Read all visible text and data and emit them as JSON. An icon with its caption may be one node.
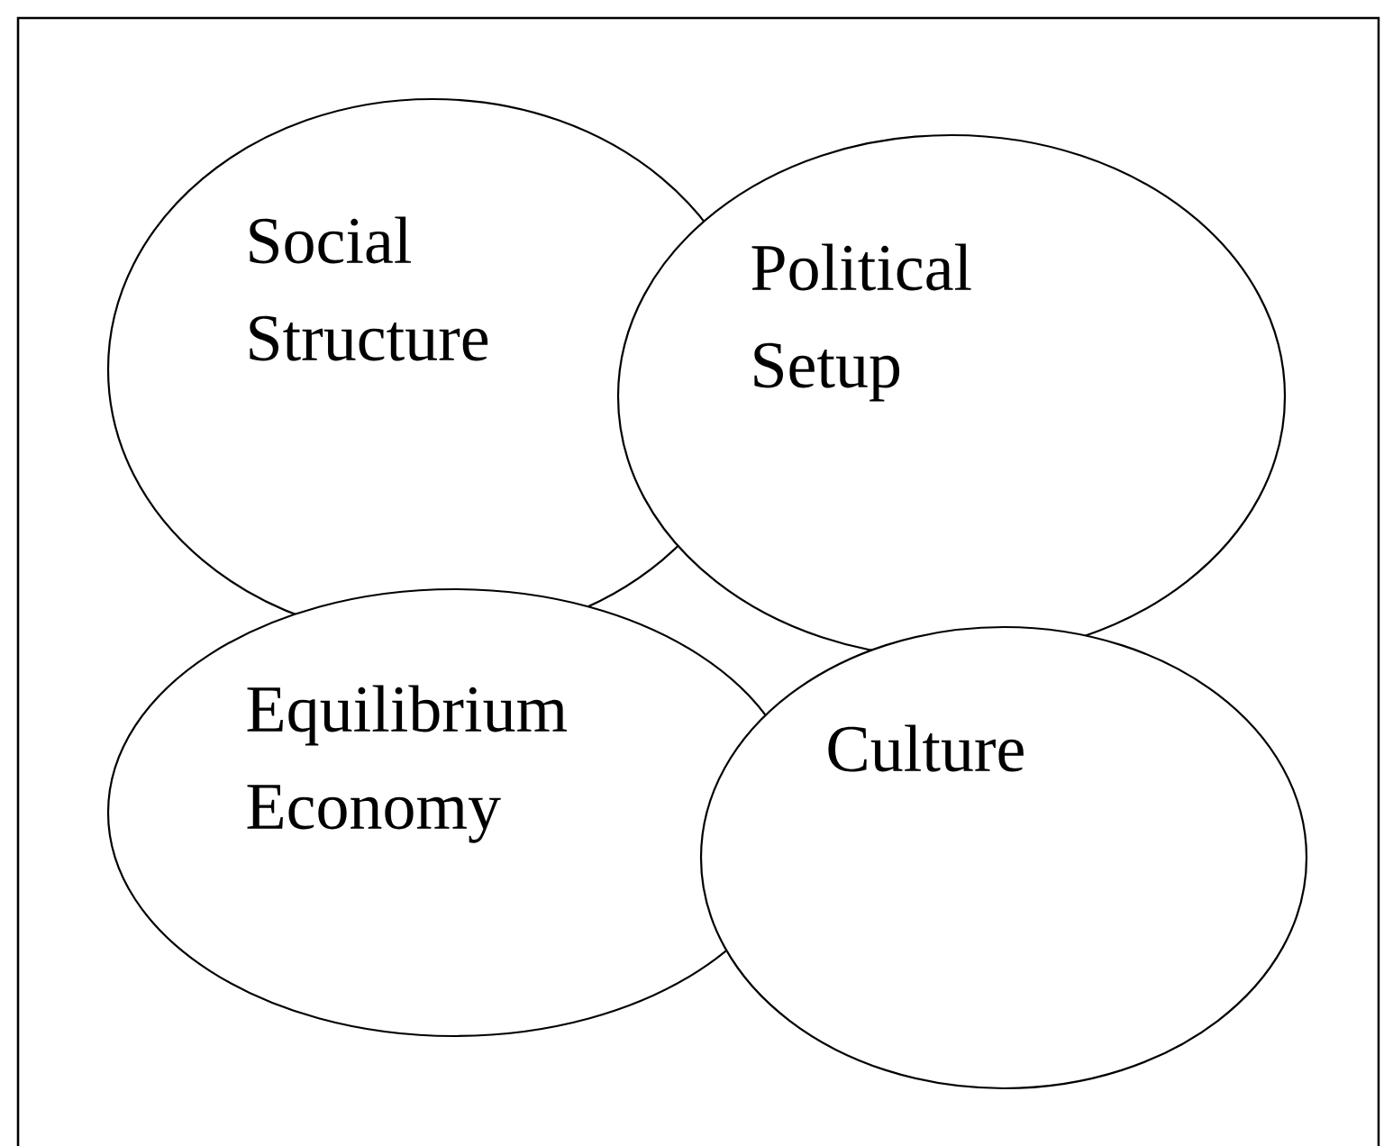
{
  "diagram": {
    "nodes": [
      {
        "text": [
          "Social Structure"
        ]
      },
      {
        "text": [
          "Political Setup"
        ]
      },
      {
        "text": [
          "Equilibrium Economy"
        ]
      },
      {
        "text": [
          "Culture"
        ]
      }
    ]
  }
}
